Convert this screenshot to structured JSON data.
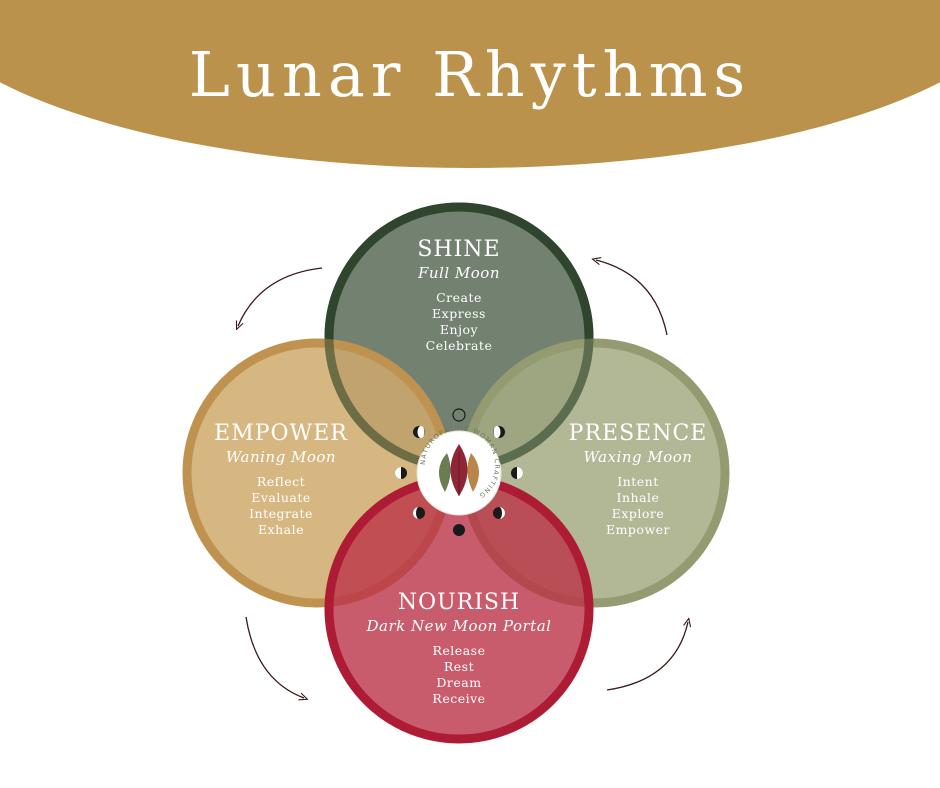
{
  "title": "Lunar Rhythms",
  "colors": {
    "banner": "#bb924b",
    "shine_fill": "#5a6b58",
    "shine_stroke": "#30462e",
    "presence_fill": "#a4ab84",
    "presence_stroke": "#949b70",
    "empower_fill": "#cfaa6c",
    "empower_stroke": "#bf9250",
    "nourish_fill": "#bb3347",
    "nourish_stroke": "#ae1b34",
    "arrow": "#3a1a1a"
  },
  "circles": {
    "shine": {
      "name": "SHINE",
      "phase": "Full Moon",
      "items": [
        "Create",
        "Express",
        "Enjoy",
        "Celebrate"
      ]
    },
    "presence": {
      "name": "PRESENCE",
      "phase": "Waxing Moon",
      "items": [
        "Intent",
        "Inhale",
        "Explore",
        "Empower"
      ]
    },
    "empower": {
      "name": "EMPOWER",
      "phase": "Waning Moon",
      "items": [
        "Reflect",
        "Evaluate",
        "Integrate",
        "Exhale"
      ]
    },
    "nourish": {
      "name": "NOURISH",
      "phase": "Dark New Moon Portal",
      "items": [
        "Release",
        "Rest",
        "Dream",
        "Receive"
      ]
    }
  },
  "logo": {
    "text": "NATUROPATHIC WOMAN CRAFTING"
  }
}
